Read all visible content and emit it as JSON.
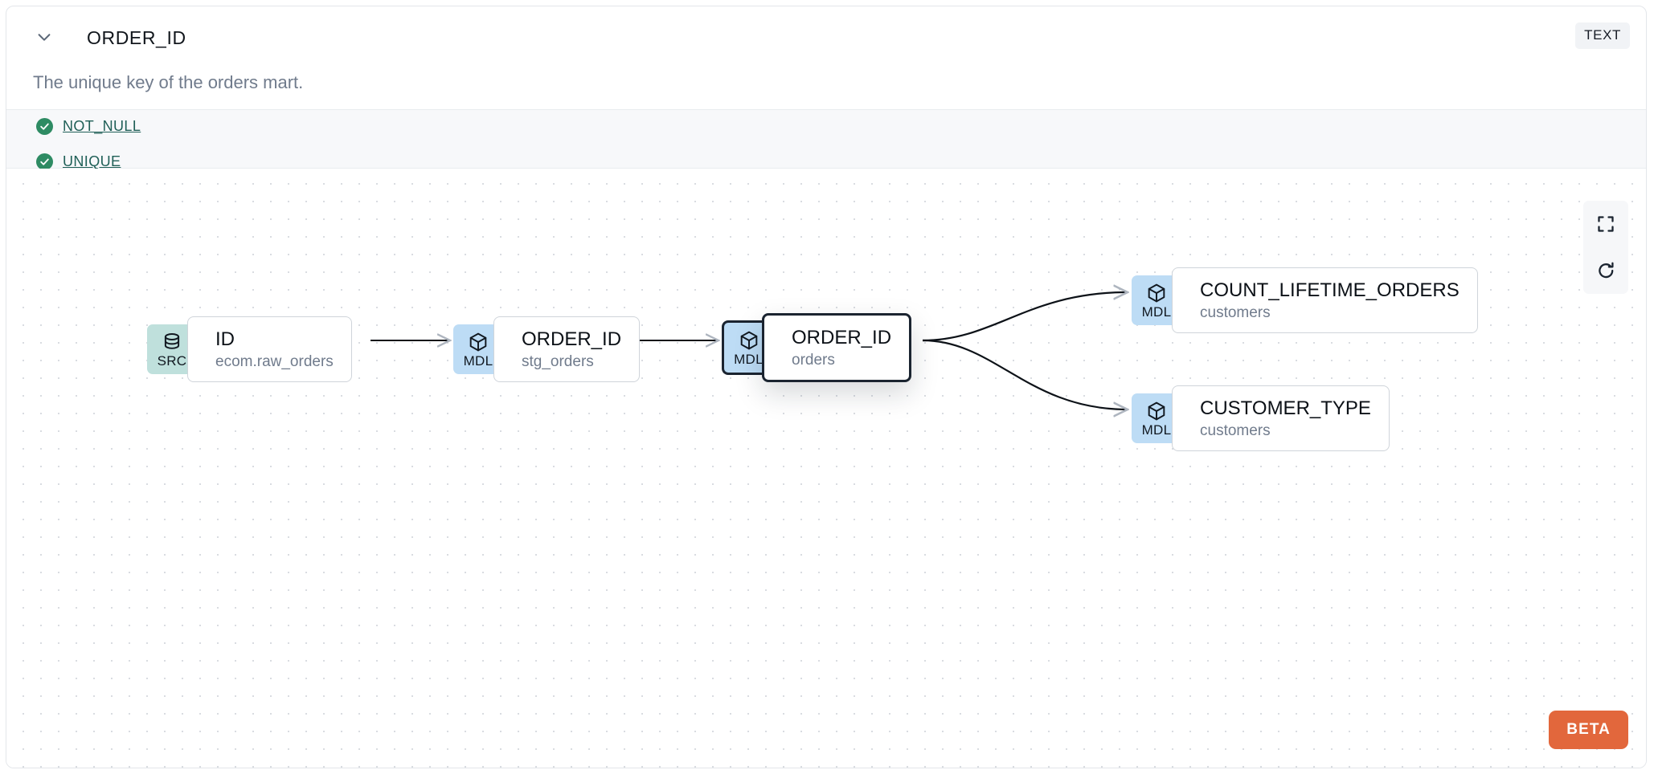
{
  "header": {
    "column_name": "ORDER_ID",
    "data_type_badge": "TEXT",
    "collapse_icon": "chevron-down-icon"
  },
  "description": "The unique key of the orders mart.",
  "tests": [
    {
      "label": "NOT_NULL",
      "status": "pass",
      "icon": "check-circle-icon"
    },
    {
      "label": "UNIQUE",
      "status": "pass",
      "icon": "check-circle-icon"
    }
  ],
  "lineage": {
    "nodes": [
      {
        "id": "src-id",
        "badge": "SRC",
        "badge_icon": "database-icon",
        "name": "ID",
        "subtitle": "ecom.raw_orders",
        "selected": false
      },
      {
        "id": "mdl-stg-order-id",
        "badge": "MDL",
        "badge_icon": "cube-icon",
        "name": "ORDER_ID",
        "subtitle": "stg_orders",
        "selected": false
      },
      {
        "id": "mdl-orders-order-id",
        "badge": "MDL",
        "badge_icon": "cube-icon",
        "name": "ORDER_ID",
        "subtitle": "orders",
        "selected": true
      },
      {
        "id": "mdl-count-lifetime-orders",
        "badge": "MDL",
        "badge_icon": "cube-icon",
        "name": "COUNT_LIFETIME_ORDERS",
        "subtitle": "customers",
        "selected": false
      },
      {
        "id": "mdl-customer-type",
        "badge": "MDL",
        "badge_icon": "cube-icon",
        "name": "CUSTOMER_TYPE",
        "subtitle": "customers",
        "selected": false
      }
    ],
    "edges": [
      {
        "from": "src-id",
        "to": "mdl-stg-order-id"
      },
      {
        "from": "mdl-stg-order-id",
        "to": "mdl-orders-order-id"
      },
      {
        "from": "mdl-orders-order-id",
        "to": "mdl-count-lifetime-orders"
      },
      {
        "from": "mdl-orders-order-id",
        "to": "mdl-customer-type"
      }
    ],
    "controls": [
      {
        "name": "fit-view-button",
        "icon": "fit-screen-icon"
      },
      {
        "name": "reset-button",
        "icon": "refresh-icon"
      }
    ],
    "beta_label": "BETA"
  },
  "colors": {
    "src_badge": "#bfe0dc",
    "mdl_badge": "#bddcf5",
    "test_pass": "#2e8b63",
    "test_link": "#1f5f57",
    "beta": "#e2673c",
    "selected_outline": "#1b2430"
  }
}
